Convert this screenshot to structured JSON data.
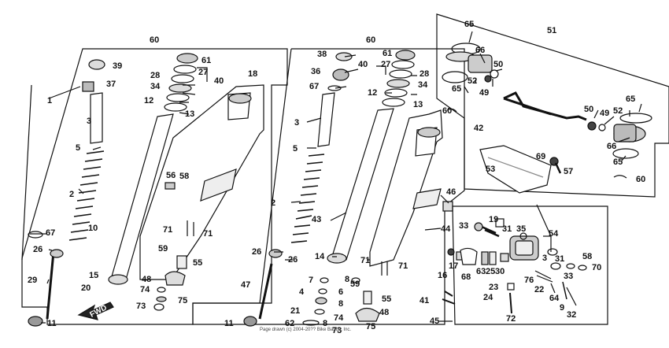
{
  "diagram": {
    "copyright": "Page drawn (c) 2004-20?? Bike Bandit, Inc.",
    "fwd_label": "FWD",
    "part_labels": {
      "p60a": "60",
      "p60b": "60",
      "p60c": "60",
      "p51": "51",
      "p39": "39",
      "p37": "37",
      "p1": "1",
      "p3a": "3",
      "p5a": "5",
      "p2a": "2",
      "p67a": "67",
      "p26a": "26",
      "p29": "29",
      "p11a": "11",
      "p61a": "61",
      "p28a": "28",
      "p27a": "27",
      "p34a": "34",
      "p40a": "40",
      "p12a": "12",
      "p13a": "13",
      "p18": "18",
      "p10": "10",
      "p15": "15",
      "p20": "20",
      "p56": "56",
      "p58a": "58",
      "p71a": "71",
      "p71b": "71",
      "p59a": "59",
      "p55a": "55",
      "p48a": "48",
      "p74a": "74",
      "p75a": "75",
      "p73a": "73",
      "p38": "38",
      "p36": "36",
      "p67b": "67",
      "p3b": "3",
      "p5b": "5",
      "p2b": "2",
      "p26b": "26",
      "p26c": "26",
      "p47": "47",
      "p11b": "11",
      "p61b": "61",
      "p40b": "40",
      "p27b": "27",
      "p28b": "28",
      "p34b": "34",
      "p12b": "12",
      "p13b": "13",
      "p43": "43",
      "p14": "14",
      "p71c": "71",
      "p71d": "71",
      "p44": "44",
      "p46": "46",
      "p7": "7",
      "p8a": "8",
      "p4": "4",
      "p6": "6",
      "p8b": "8",
      "p21": "21",
      "p62": "62",
      "p8c": "8",
      "p59b": "59",
      "p55b": "55",
      "p74b": "74",
      "p48b": "48",
      "p73b": "73",
      "p75b": "75",
      "p65a": "65",
      "p66a": "66",
      "p50a": "50",
      "p52a": "52",
      "p65b": "65",
      "p49a": "49",
      "p65c": "65",
      "p50b": "50",
      "p49b": "49",
      "p52b": "52",
      "p66b": "66",
      "p65d": "65",
      "p42": "42",
      "p53": "53",
      "p69": "69",
      "p57": "57",
      "p33a": "33",
      "p19": "19",
      "p31a": "31",
      "p35": "35",
      "p54": "54",
      "p16": "16",
      "p17": "17",
      "p68": "68",
      "p63": "63",
      "p25": "25",
      "p30": "30",
      "p3c": "3",
      "p31b": "31",
      "p58b": "58",
      "p70": "70",
      "p76": "76",
      "p33b": "33",
      "p23": "23",
      "p22": "22",
      "p24": "24",
      "p64": "64",
      "p9": "9",
      "p32": "32",
      "p72": "72",
      "p41": "41",
      "p45": "45"
    }
  }
}
